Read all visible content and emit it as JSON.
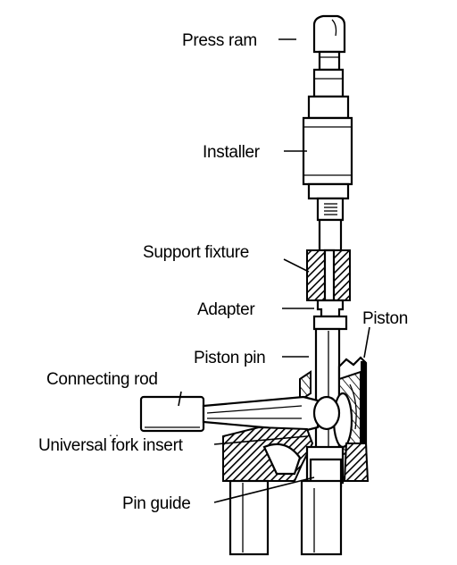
{
  "labels": {
    "press_ram": "Press ram",
    "installer": "Installer",
    "support_fixture": "Support fixture",
    "adapter": "Adapter",
    "piston": "Piston",
    "piston_pin": "Piston pin",
    "connecting_rod": "Connecting rod",
    "universal_fork_insert": "Universal fork insert",
    "pin_guide": "Pin guide"
  },
  "colors": {
    "ink": "#000000",
    "paper": "#ffffff"
  }
}
